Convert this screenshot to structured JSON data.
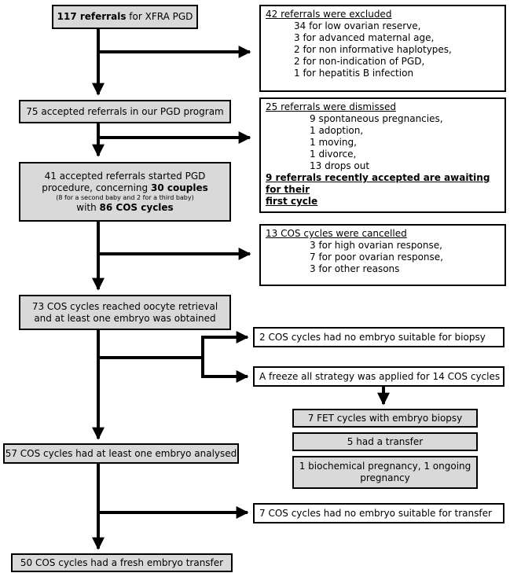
{
  "b1": {
    "bold": "117 referrals",
    "rest": " for XFRA PGD"
  },
  "ex": {
    "title": "42 referrals were excluded",
    "items": [
      "34 for low ovarian reserve,",
      "3 for advanced maternal age,",
      "2 for non informative haplotypes,",
      "2 for non-indication of PGD,",
      "1 for hepatitis B infection"
    ]
  },
  "b2": "75 accepted referrals in our PGD program",
  "dis": {
    "title": "25 referrals were dismissed",
    "items": [
      "9 spontaneous pregnancies,",
      "1 adoption,",
      "1 moving,",
      "1 divorce,",
      "13 drops out"
    ],
    "await1": "9 referrals recently accepted are awaiting for their",
    "await2": "first cycle"
  },
  "b3": {
    "l1": "41 accepted referrals started PGD",
    "l2a": "procedure, concerning ",
    "l2b": "30 couples",
    "l3": "(8 for a second baby and 2 for a third baby)",
    "l4a": "with ",
    "l4b": "86 COS cycles"
  },
  "can": {
    "title": "13 COS cycles were cancelled",
    "items": [
      "3 for high ovarian response,",
      "7 for poor ovarian response,",
      "3 for other reasons"
    ]
  },
  "b4": {
    "l1": "73 COS cycles reached oocyte retrieval",
    "l2": "and at least one embryo was obtained"
  },
  "nb": "2 COS cycles had no embryo suitable for biopsy",
  "fz": "A freeze all strategy was applied for 14 COS cycles",
  "fet": "7 FET cycles with embryo biopsy",
  "tr": "5 had a transfer",
  "preg": {
    "l1": "1 biochemical pregnancy, 1 ongoing",
    "l2": "pregnancy"
  },
  "b5": "57 COS cycles had at least one embryo analysed",
  "nt": "7 COS cycles had no embryo suitable for transfer",
  "b6": "50 COS cycles had a fresh embryo transfer"
}
